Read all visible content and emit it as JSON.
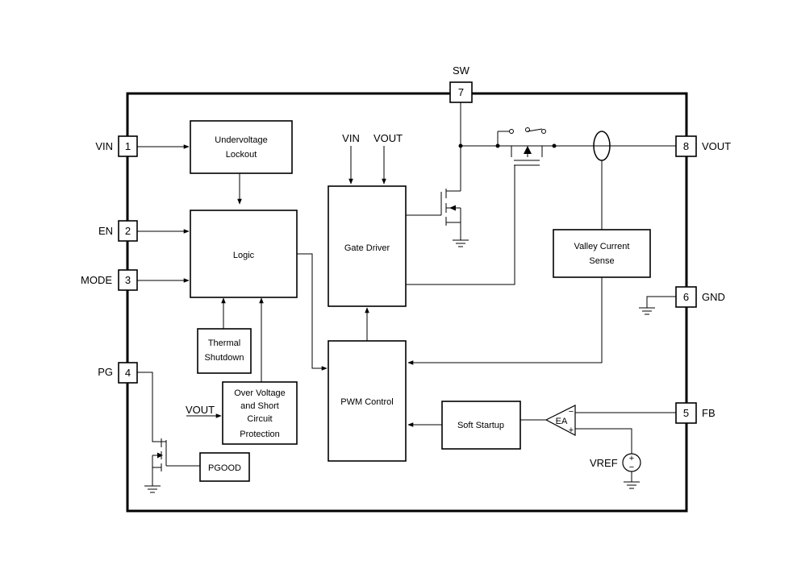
{
  "pins": {
    "vin": {
      "number": "1",
      "name": "VIN"
    },
    "en": {
      "number": "2",
      "name": "EN"
    },
    "mode": {
      "number": "3",
      "name": "MODE"
    },
    "pg": {
      "number": "4",
      "name": "PG"
    },
    "fb": {
      "number": "5",
      "name": "FB"
    },
    "gnd": {
      "number": "6",
      "name": "GND"
    },
    "sw": {
      "number": "7",
      "name": "SW"
    },
    "vout": {
      "number": "8",
      "name": "VOUT"
    }
  },
  "blocks": {
    "uvlo": [
      "Undervoltage",
      "Lockout"
    ],
    "logic": [
      "Logic"
    ],
    "thermal": [
      "Thermal",
      "Shutdown"
    ],
    "ovp": [
      "Over Voltage",
      "and Short",
      "Circuit",
      "Protection"
    ],
    "gate_driver": [
      "Gate Driver"
    ],
    "pwm": [
      "PWM Control"
    ],
    "soft_start": [
      "Soft Startup"
    ],
    "valley": [
      "Valley Current",
      "Sense"
    ],
    "pgood": [
      "PGOOD"
    ]
  },
  "labels": {
    "gd_vin": "VIN",
    "gd_vout": "VOUT",
    "ovp_vout": "VOUT",
    "vref": "VREF",
    "ea": "EA",
    "ea_minus": "−",
    "ea_plus": "+",
    "vref_plus": "+",
    "vref_minus": "−"
  }
}
